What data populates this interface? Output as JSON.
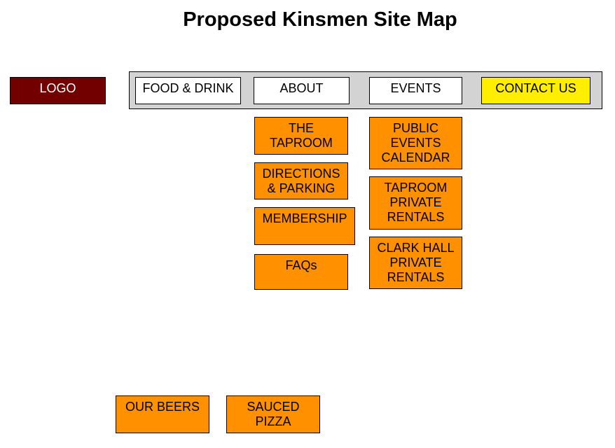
{
  "title": "Proposed Kinsmen Site Map",
  "colors": {
    "logo": "#730000",
    "navbar": "#d3d3d3",
    "highlight": "#ffee00",
    "page": "#ff9000"
  },
  "logo": "LOGO",
  "nav": {
    "food_drink": "FOOD & DRINK",
    "about": "ABOUT",
    "events": "EVENTS",
    "contact_us": "CONTACT US"
  },
  "about_pages": {
    "taproom": "THE\nTAPROOM",
    "directions": "DIRECTIONS\n& PARKING",
    "membership": "MEMBERSHIP",
    "faqs": "FAQs"
  },
  "events_pages": {
    "calendar": "PUBLIC\nEVENTS\nCALENDAR",
    "taproom_rentals": "TAPROOM\nPRIVATE\nRENTALS",
    "clark_hall_rentals": "CLARK HALL\nPRIVATE\nRENTALS"
  },
  "food_drink_pages": {
    "our_beers": "OUR BEERS",
    "sauced_pizza": "SAUCED\nPIZZA"
  }
}
